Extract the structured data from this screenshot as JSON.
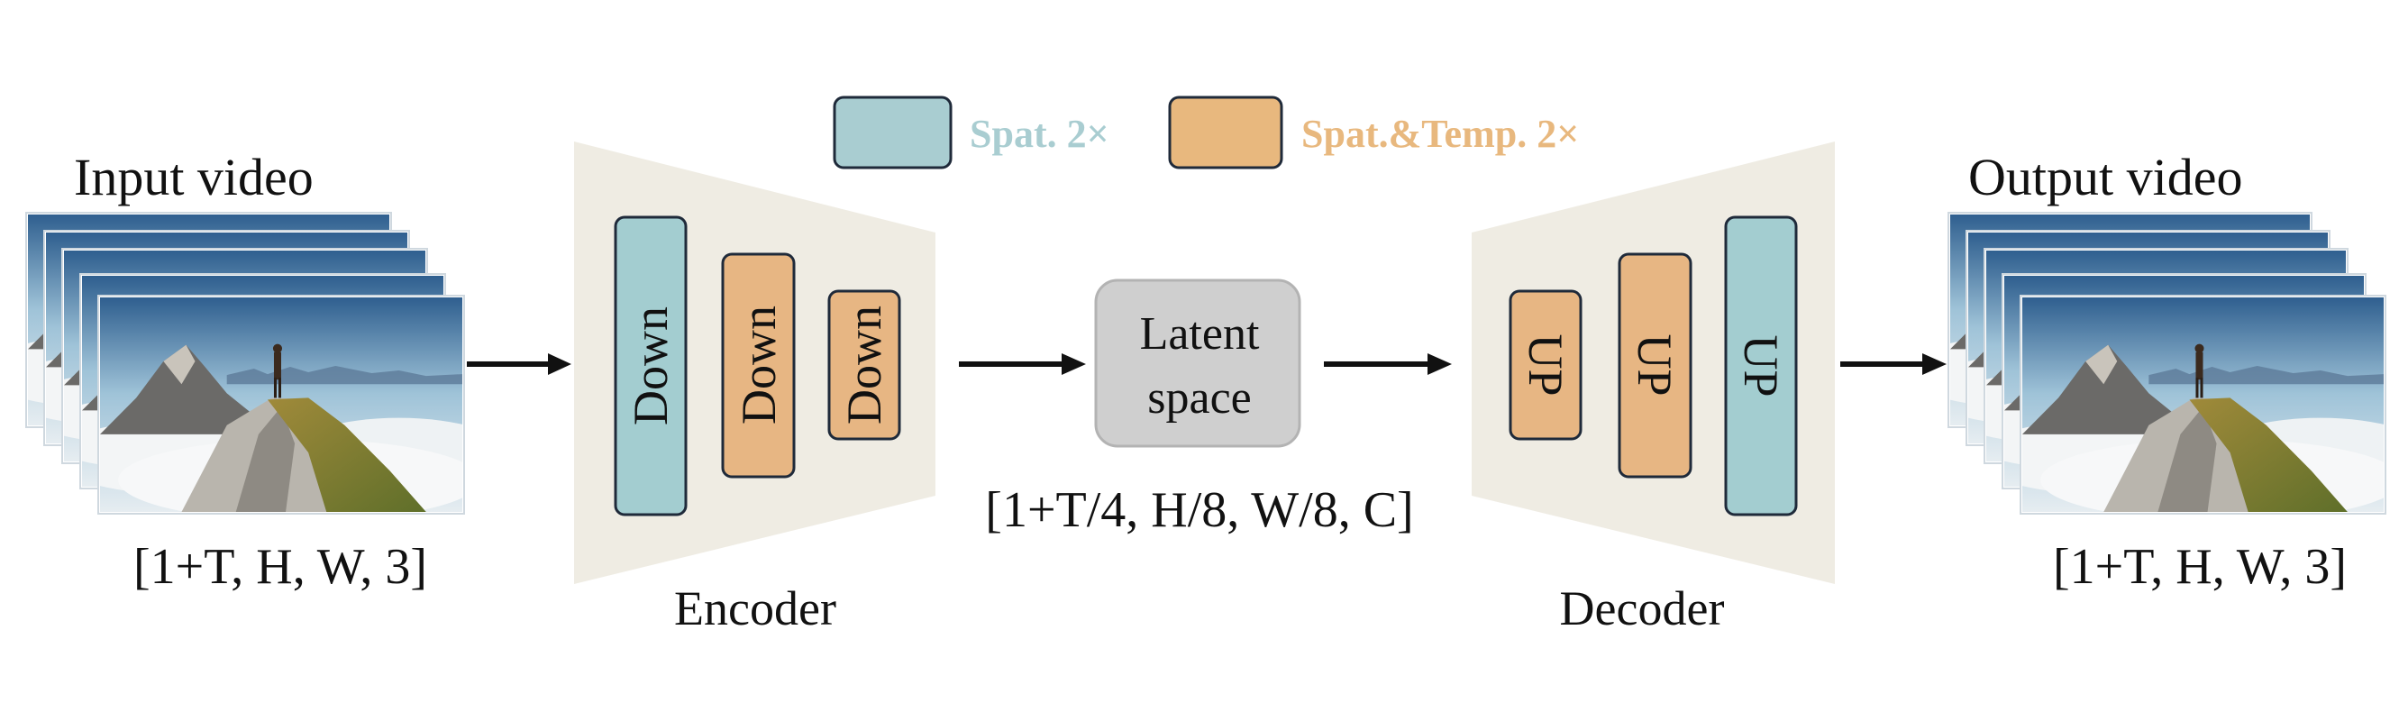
{
  "legend": {
    "spatial": {
      "label": "Spat. 2×",
      "color": "#a9cdd1"
    },
    "spatiotemporal": {
      "label": "Spat.&Temp. 2×",
      "color": "#e8b87e"
    }
  },
  "input": {
    "title": "Input video",
    "shape": "[1+T, H, W, 3]"
  },
  "encoder": {
    "label": "Encoder",
    "blocks": [
      {
        "text": "Down",
        "kind": "spatial"
      },
      {
        "text": "Down",
        "kind": "spatiotemporal"
      },
      {
        "text": "Down",
        "kind": "spatiotemporal"
      }
    ]
  },
  "latent": {
    "line1": "Latent",
    "line2": "space",
    "shape": "[1+T/4, H/8, W/8, C]"
  },
  "decoder": {
    "label": "Decoder",
    "blocks": [
      {
        "text": "UP",
        "kind": "spatiotemporal"
      },
      {
        "text": "UP",
        "kind": "spatiotemporal"
      },
      {
        "text": "UP",
        "kind": "spatial"
      }
    ]
  },
  "output": {
    "title": "Output video",
    "shape": "[1+T, H, W, 3]"
  },
  "colors": {
    "trapezoid": "#efece3",
    "block_stroke": "#1f2a3a",
    "spatial_legend": "#a9cdd1",
    "spatial_block": "#a3cdd0",
    "spatiotemporal_legend": "#e8b87e",
    "spatiotemporal_block": "#e7b683",
    "latent_fill": "#cfcfcf",
    "latent_stroke": "#b3b3b3",
    "arrow": "#111111"
  }
}
